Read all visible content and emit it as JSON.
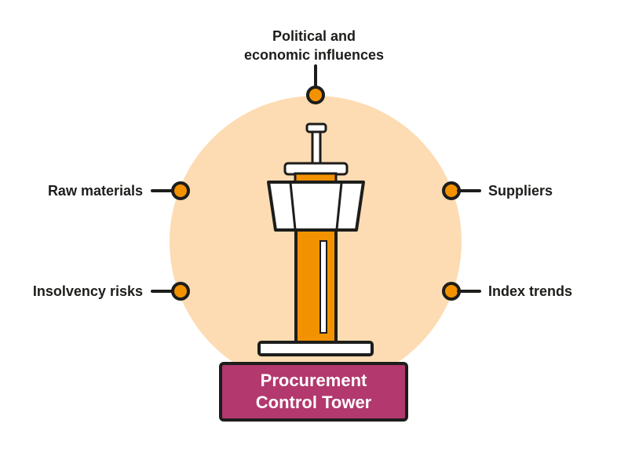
{
  "influences": {
    "top": {
      "line1": "Political and",
      "line2": "economic influences"
    },
    "left": [
      {
        "label": "Raw materials"
      },
      {
        "label": "Insolvency risks"
      }
    ],
    "right": [
      {
        "label": "Suppliers"
      },
      {
        "label": "Index trends"
      }
    ]
  },
  "plaque": {
    "line1": "Procurement",
    "line2": "Control Tower"
  },
  "colors": {
    "halo": "#fddcb3",
    "accent": "#f39200",
    "outline": "#1d1d1b",
    "plaque": "#b2386e",
    "white": "#ffffff"
  }
}
